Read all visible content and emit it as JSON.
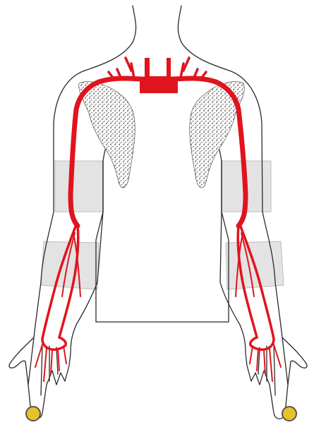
{
  "colors": {
    "artery": "#e0141e",
    "outline": "#2a2a2a",
    "skin": "#ffffff",
    "band": "#e3e3e3",
    "nerve": "#555555",
    "ring": "#e8c22c"
  },
  "figure": {
    "subject": "upper-body-arterial-tree",
    "regions": [
      "neck",
      "trunk",
      "left-arm",
      "right-arm",
      "left-hand",
      "right-hand"
    ],
    "bands": [
      "upper-arm-band-left",
      "upper-arm-band-right",
      "forearm-band-left",
      "forearm-band-right"
    ],
    "markers": [
      "left-finger-ring",
      "right-finger-ring"
    ]
  }
}
